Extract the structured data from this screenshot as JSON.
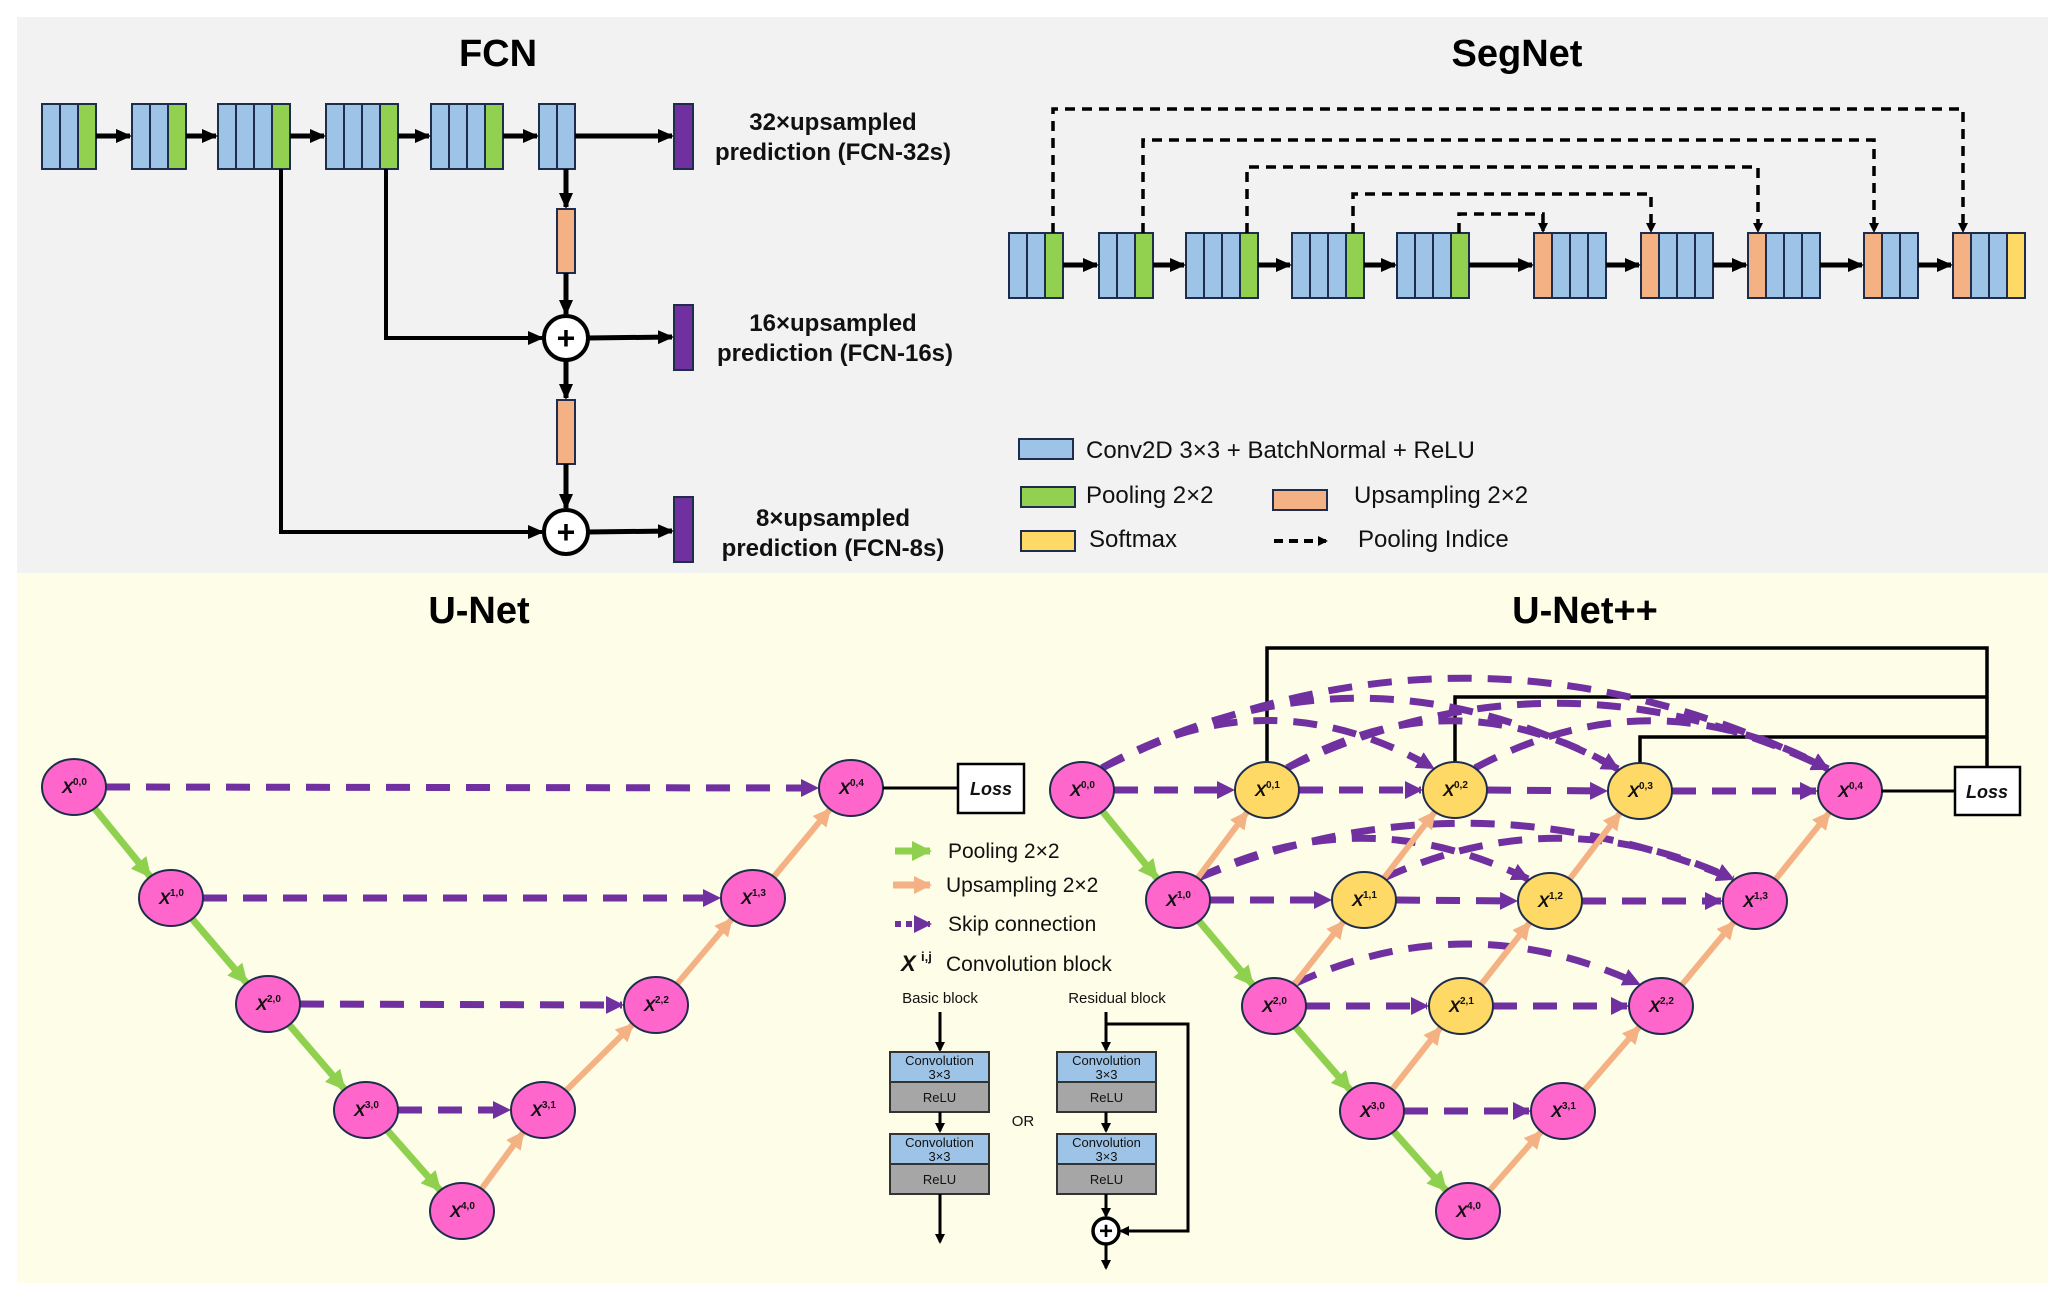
{
  "colors": {
    "panel_top": "#f2f2f2",
    "panel_bottom": "#fdfde8",
    "conv": "#9dc3e6",
    "pool": "#92d050",
    "upsample": "#f4b183",
    "softmax": "#ffd966",
    "prediction": "#7030a0",
    "block_border": "#1f2d4d",
    "node_encoder": "#ff66cc",
    "node_nested": "#ffd966",
    "skip": "#7030a0",
    "pool_arrow": "#8fd14f",
    "up_arrow": "#f4b183",
    "relu": "#a6a6a6"
  },
  "fcn": {
    "title": "FCN",
    "encoder_blocks": [
      {
        "conv": 2,
        "pool": 1
      },
      {
        "conv": 2,
        "pool": 1
      },
      {
        "conv": 3,
        "pool": 1
      },
      {
        "conv": 3,
        "pool": 1
      },
      {
        "conv": 3,
        "pool": 1
      },
      {
        "conv": 2,
        "pool": 0
      }
    ],
    "predictions": [
      {
        "line1": "32×upsampled",
        "line2": "prediction  (FCN-32s)"
      },
      {
        "line1": "16×upsampled",
        "line2": "prediction  (FCN-16s)"
      },
      {
        "line1": "8×upsampled",
        "line2": "prediction  (FCN-8s)"
      }
    ]
  },
  "segnet": {
    "title": "SegNet",
    "encoder_blocks": [
      {
        "conv": 2,
        "pool": 1
      },
      {
        "conv": 2,
        "pool": 1
      },
      {
        "conv": 3,
        "pool": 1
      },
      {
        "conv": 3,
        "pool": 1
      },
      {
        "conv": 3,
        "pool": 1
      }
    ],
    "decoder_blocks": [
      {
        "up": 1,
        "conv": 3,
        "softmax": 0
      },
      {
        "up": 1,
        "conv": 3,
        "softmax": 0
      },
      {
        "up": 1,
        "conv": 3,
        "softmax": 0
      },
      {
        "up": 1,
        "conv": 2,
        "softmax": 0
      },
      {
        "up": 1,
        "conv": 2,
        "softmax": 1
      }
    ],
    "legend": {
      "conv": "Conv2D 3×3 + BatchNormal + ReLU",
      "pool": "Pooling 2×2",
      "upsample": "Upsampling 2×2",
      "softmax": "Softmax",
      "indice": "Pooling Indice"
    }
  },
  "unet": {
    "title": "U-Net",
    "nodes": [
      "0,0",
      "1,0",
      "2,0",
      "3,0",
      "4,0",
      "3,1",
      "2,2",
      "1,3",
      "0,4"
    ],
    "loss_label": "Loss"
  },
  "unetpp": {
    "title": "U-Net++",
    "nodes": [
      "0,0",
      "0,1",
      "0,2",
      "0,3",
      "0,4",
      "1,0",
      "1,1",
      "1,2",
      "1,3",
      "2,0",
      "2,1",
      "2,2",
      "3,0",
      "3,1",
      "4,0"
    ],
    "nested_nodes": [
      "0,1",
      "0,2",
      "0,3",
      "1,1",
      "1,2",
      "2,1"
    ],
    "loss_label": "Loss"
  },
  "legend": {
    "pooling": "Pooling 2×2",
    "upsampling": "Upsampling 2×2",
    "skip": "Skip connection",
    "xij_symbol": "X",
    "xij_super": "i,j",
    "conv_block": "Convolution block",
    "basic_block": "Basic block",
    "residual_block": "Residual block",
    "or": "OR",
    "conv_label_1": "Convolution",
    "conv_label_2": "3×3",
    "relu_label": "ReLU"
  }
}
